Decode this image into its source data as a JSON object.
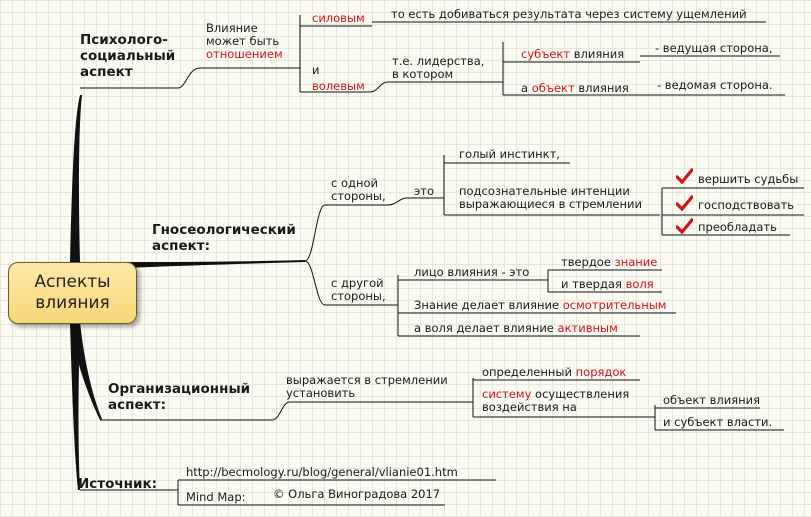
{
  "center": {
    "line1": "Аспекты",
    "line2": "влияния"
  },
  "branch1": {
    "title_l1": "Психолого-",
    "title_l2": "социальный",
    "title_l3": "аспект",
    "infl_l1": "Влияние",
    "infl_l2": "может быть",
    "infl_l3": "отношением",
    "silovym": "силовым",
    "silovym_desc": "то есть добиваться результата через систему ущемлений",
    "and": "и",
    "volevym": "волевым",
    "leader_l1": "т.е. лидерства,",
    "leader_l2": "в котором",
    "subj_red": "субъект",
    "subj_rest": " влияния",
    "subj_desc": "- ведущая сторона,",
    "obj_pre": "а ",
    "obj_red": "объект",
    "obj_rest": " влияния",
    "obj_desc": "- ведомая сторона."
  },
  "branch2": {
    "title_l1": "Гносеологический",
    "title_l2": "аспект:",
    "one_l1": "с одной",
    "one_l2": "стороны,",
    "eto": "это",
    "instinct": "голый инстинкт,",
    "subc_l1": "подсознательные интенции",
    "subc_l2": "выражающиеся в стремлении",
    "c1": "вершить судьбы",
    "c2": "господствовать",
    "c3": "преобладать",
    "other_l1": "с другой",
    "other_l2": "стороны,",
    "face": "лицо влияния - это",
    "tverd_pre": "твердое ",
    "tverd_red": "знание",
    "volya_pre": "и твердая ",
    "volya_red": "воля",
    "know_pre": "Знание делает влияние ",
    "know_red": "осмотрительным",
    "will_pre": "а воля делает влияние ",
    "will_red": "активным"
  },
  "branch3": {
    "title_l1": "Организационный",
    "title_l2": "аспект:",
    "expr_l1": "выражается в стремлении",
    "expr_l2": "установить",
    "order_pre": "определенный ",
    "order_red": "порядок",
    "sys_red": "систему",
    "sys_rest": " осуществления",
    "sys_l2": "воздействия на",
    "target1": "объект влияния",
    "target2": "и субъект власти."
  },
  "branch4": {
    "title": "Источник:",
    "url": "http://becmology.ru/blog/general/vlianie01.htm",
    "mindmap": "Mind Map:",
    "author": "© Ольга Виноградова 2017"
  },
  "colors": {
    "accent": "#d41414",
    "check": "#d41414",
    "center_fill": "#f6d879",
    "lines": "#111111"
  }
}
